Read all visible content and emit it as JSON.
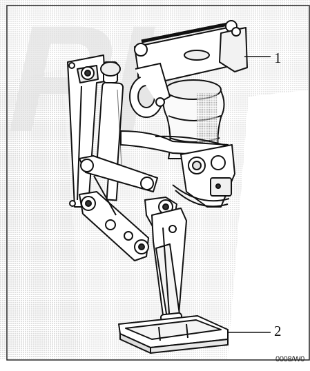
{
  "callouts": [
    {
      "number": "1"
    },
    {
      "number": "2"
    }
  ],
  "figure_code": "0008/W0",
  "watermark_text": "PK",
  "colors": {
    "line": "#111111",
    "halftone": "#c8c8c8",
    "watermark": "#d6d6d6",
    "background": "#ffffff"
  }
}
